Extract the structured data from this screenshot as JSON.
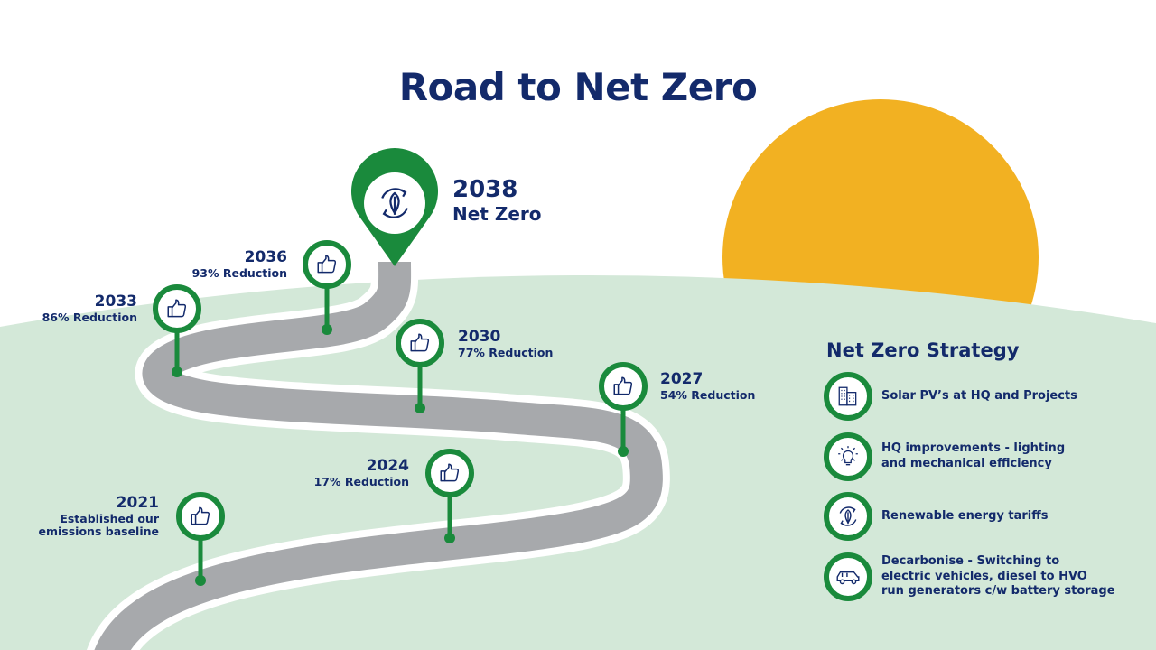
{
  "title": "Road to Net Zero",
  "colors": {
    "navy": "#132a6b",
    "green": "#1a8a3c",
    "hill": "#d3e8d8",
    "sun": "#f2b122",
    "road": "#a7a9ac"
  },
  "goal": {
    "year": "2038",
    "label": "Net Zero",
    "icon": "leaf-cycle-icon"
  },
  "milestones": [
    {
      "year": "2021",
      "label1": "Established our",
      "label2": "emissions baseline",
      "icon": "thumbs-up-icon"
    },
    {
      "year": "2024",
      "label1": "17% Reduction",
      "icon": "thumbs-up-icon"
    },
    {
      "year": "2027",
      "label1": "54% Reduction",
      "icon": "thumbs-up-icon"
    },
    {
      "year": "2030",
      "label1": "77% Reduction",
      "icon": "thumbs-up-icon"
    },
    {
      "year": "2033",
      "label1": "86% Reduction",
      "icon": "thumbs-up-icon"
    },
    {
      "year": "2036",
      "label1": "93% Reduction",
      "icon": "thumbs-up-icon"
    }
  ],
  "strategy": {
    "title": "Net Zero Strategy",
    "items": [
      {
        "icon": "buildings-icon",
        "line1": "Solar PV’s at HQ and Projects"
      },
      {
        "icon": "lightbulb-icon",
        "line1": "HQ improvements - lighting",
        "line2": "and mechanical efficiency"
      },
      {
        "icon": "leaf-cycle-icon",
        "line1": "Renewable energy tariffs"
      },
      {
        "icon": "car-icon",
        "line1": "Decarbonise - Switching to",
        "line2": "electric vehicles, diesel to HVO",
        "line3": "run generators c/w battery storage"
      }
    ]
  }
}
